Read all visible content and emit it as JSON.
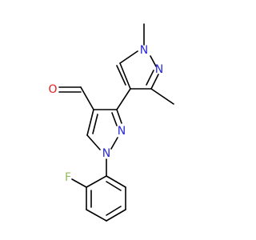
{
  "molecule": {
    "atoms": {
      "n_methyl": "N",
      "n_ring_upper": "N",
      "n_core_2": "N",
      "n_core_1": "N",
      "oxygen": "O",
      "fluorine": "F"
    },
    "colors": {
      "nitrogen": "#2929d8",
      "oxygen": "#e0201f",
      "fluorine": "#8fbc5a",
      "bond": "#000000"
    }
  }
}
